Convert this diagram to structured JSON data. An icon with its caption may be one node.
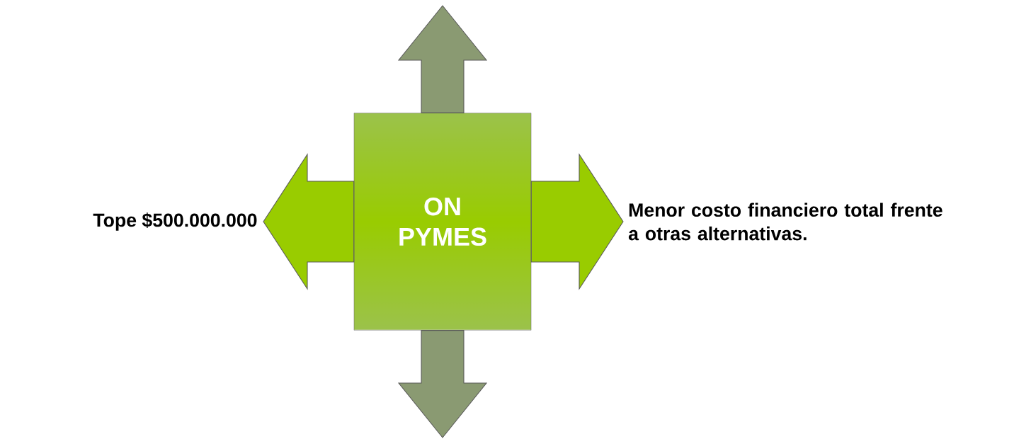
{
  "diagram": {
    "nodes": [
      {
        "text": [
          "ON PYMES"
        ]
      },
      {
        "text": [
          "Tope $500.000.000"
        ]
      },
      {
        "text": [
          "Menor costo financiero total frente a otras alternativas."
        ]
      }
    ],
    "edges": [
      {
        "from": 0,
        "to": null,
        "arrow": "to",
        "style": "thick",
        "color": "#8a9a72"
      },
      {
        "from": 0,
        "to": 1,
        "arrow": "to",
        "style": "thick",
        "color": "#99cc00"
      },
      {
        "from": 0,
        "to": 2,
        "arrow": "to",
        "style": "thick",
        "color": "#99cc00"
      },
      {
        "from": 0,
        "to": null,
        "arrow": "to",
        "style": "thick",
        "color": "#8a9a72"
      }
    ]
  }
}
